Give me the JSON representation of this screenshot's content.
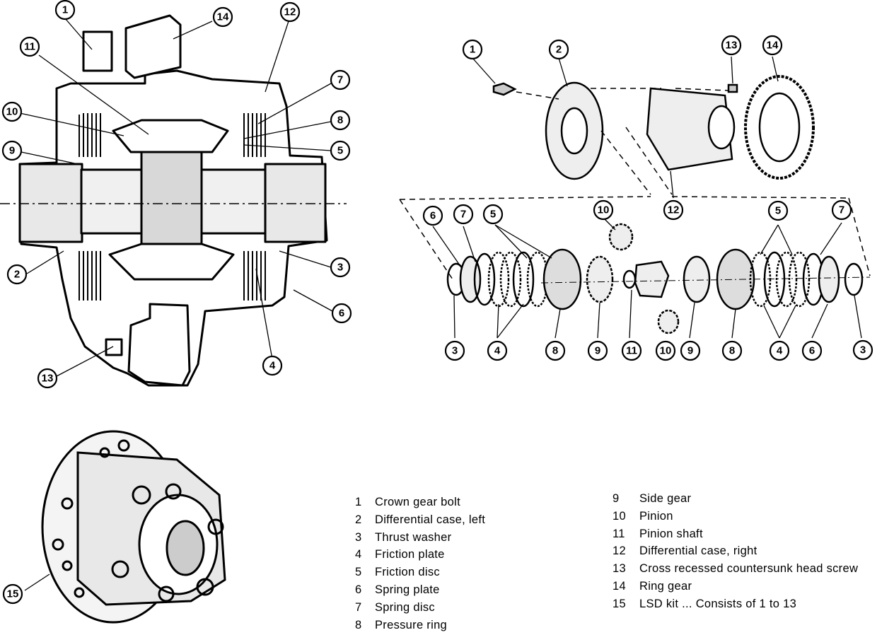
{
  "callouts": {
    "sectional": [
      {
        "id": "sec-1",
        "label": "1"
      },
      {
        "id": "sec-14",
        "label": "14"
      },
      {
        "id": "sec-12",
        "label": "12"
      },
      {
        "id": "sec-11",
        "label": "11"
      },
      {
        "id": "sec-7",
        "label": "7"
      },
      {
        "id": "sec-10",
        "label": "10"
      },
      {
        "id": "sec-8",
        "label": "8"
      },
      {
        "id": "sec-9",
        "label": "9"
      },
      {
        "id": "sec-5",
        "label": "5"
      },
      {
        "id": "sec-2",
        "label": "2"
      },
      {
        "id": "sec-3",
        "label": "3"
      },
      {
        "id": "sec-6",
        "label": "6"
      },
      {
        "id": "sec-4",
        "label": "4"
      },
      {
        "id": "sec-13",
        "label": "13"
      }
    ],
    "exploded": [
      {
        "id": "exp-1",
        "label": "1"
      },
      {
        "id": "exp-2",
        "label": "2"
      },
      {
        "id": "exp-13",
        "label": "13"
      },
      {
        "id": "exp-14",
        "label": "14"
      },
      {
        "id": "exp-12",
        "label": "12"
      },
      {
        "id": "exp-6a",
        "label": "6"
      },
      {
        "id": "exp-7a",
        "label": "7"
      },
      {
        "id": "exp-5a",
        "label": "5"
      },
      {
        "id": "exp-10a",
        "label": "10"
      },
      {
        "id": "exp-5b",
        "label": "5"
      },
      {
        "id": "exp-7b",
        "label": "7"
      },
      {
        "id": "exp-3a",
        "label": "3"
      },
      {
        "id": "exp-4a",
        "label": "4"
      },
      {
        "id": "exp-8a",
        "label": "8"
      },
      {
        "id": "exp-9a",
        "label": "9"
      },
      {
        "id": "exp-11",
        "label": "11"
      },
      {
        "id": "exp-10b",
        "label": "10"
      },
      {
        "id": "exp-9b",
        "label": "9"
      },
      {
        "id": "exp-8b",
        "label": "8"
      },
      {
        "id": "exp-4b",
        "label": "4"
      },
      {
        "id": "exp-6b",
        "label": "6"
      },
      {
        "id": "exp-3b",
        "label": "3"
      }
    ],
    "kit": [
      {
        "id": "kit-15",
        "label": "15"
      }
    ]
  },
  "legend_left": [
    {
      "num": "1",
      "text": "Crown gear bolt"
    },
    {
      "num": "2",
      "text": "Differential case, left"
    },
    {
      "num": "3",
      "text": "Thrust washer"
    },
    {
      "num": "4",
      "text": "Friction plate"
    },
    {
      "num": "5",
      "text": "Friction disc"
    },
    {
      "num": "6",
      "text": "Spring plate"
    },
    {
      "num": "7",
      "text": "Spring disc"
    },
    {
      "num": "8",
      "text": "Pressure ring"
    }
  ],
  "legend_right": [
    {
      "num": "9",
      "text": "Side gear"
    },
    {
      "num": "10",
      "text": "Pinion"
    },
    {
      "num": "11",
      "text": "Pinion shaft"
    },
    {
      "num": "12",
      "text": "Differential case, right"
    },
    {
      "num": "13",
      "text": "Cross recessed countersunk head screw"
    },
    {
      "num": "14",
      "text": "Ring gear"
    },
    {
      "num": "15",
      "text": "LSD kit ... Consists of 1 to 13"
    }
  ]
}
